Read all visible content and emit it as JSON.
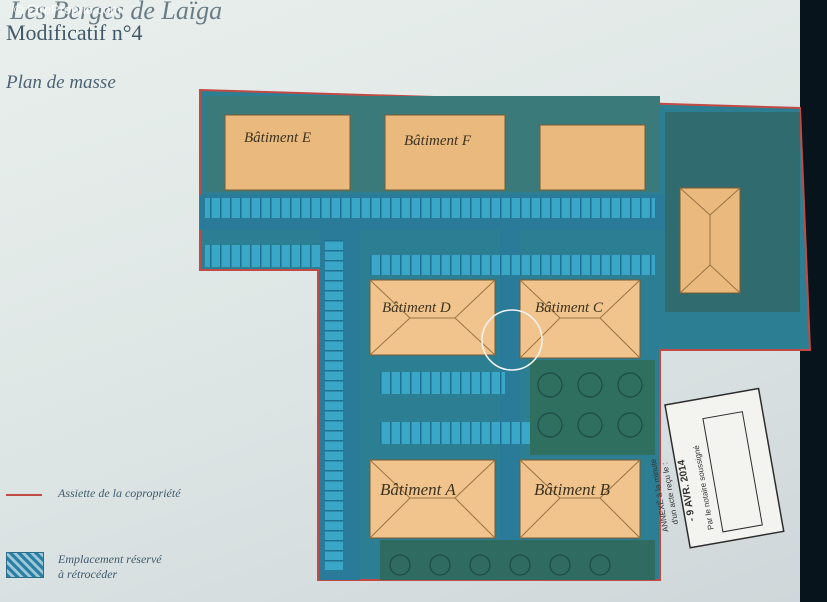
{
  "watermark": "© EtreProprio.com",
  "heading": {
    "project": "Les Berges de Laïga",
    "modification": "Modificatif n°4",
    "plan": "Plan de masse"
  },
  "buildings": {
    "e": "Bâtiment E",
    "f": "Bâtiment F",
    "d": "Bâtiment D",
    "c": "Bâtiment C",
    "a": "Bâtiment A",
    "b": "Bâtiment B"
  },
  "legend": {
    "line_label": "Assiette de la copropriété",
    "hatch_label_1": "Emplacement réservé",
    "hatch_label_2": "à rétrocéder",
    "line_color": "#c24a44",
    "hatch_color": "#2a7fa3"
  },
  "stamp": {
    "line1": "ANNEXÉ à la minute",
    "line2": "d'un acte reçu le :",
    "date": "- 9 AVR. 2014",
    "line3": "Par le notaire soussigné"
  }
}
